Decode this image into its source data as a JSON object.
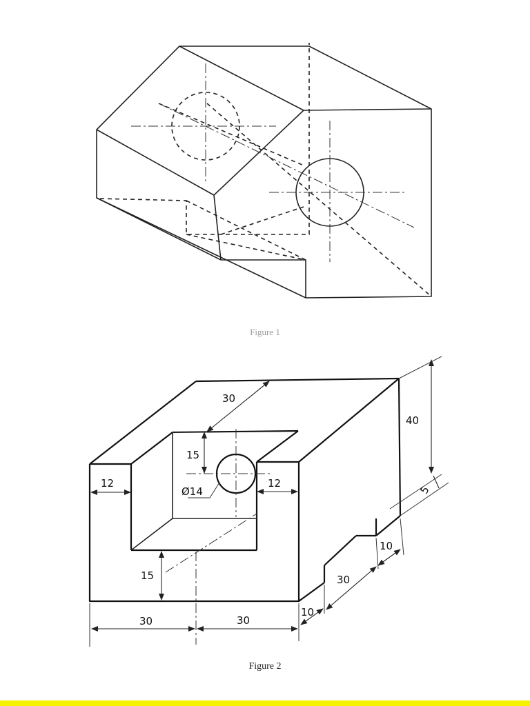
{
  "figure1": {
    "caption": "Figure 1"
  },
  "figure2": {
    "caption": "Figure 2",
    "dimensions": {
      "slot_depth": "30",
      "hole_offset": "15",
      "hole_diameter": "Ø14",
      "wall_left": "12",
      "wall_right": "12",
      "slot_floor_height": "15",
      "base_left": "30",
      "base_right": "30",
      "height": "40",
      "step_height": "5",
      "step_depth": "10",
      "notch_length": "30",
      "front_step": "10"
    }
  },
  "colors": {
    "page_background": "#ffffff",
    "line_color": "#222222",
    "bottom_bar": "#f5f200"
  }
}
